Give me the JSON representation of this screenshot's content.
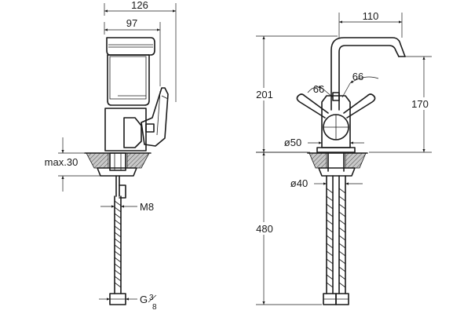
{
  "side_view": {
    "dim_total_width": "126",
    "dim_body_width": "97",
    "dim_max_deck": "max.30",
    "dim_thread": "M8",
    "dim_hose_conn_prefix": "G",
    "dim_hose_conn_num": "3",
    "dim_hose_conn_den": "8"
  },
  "front_view": {
    "dim_spout_reach": "110",
    "dim_total_height": "201",
    "dim_spout_height": "170",
    "dim_angle_left": "66",
    "dim_angle_right": "66",
    "dim_body_dia": "ø50",
    "dim_hole_dia": "ø40",
    "dim_hose_length": "480"
  },
  "colors": {
    "line": "#1a1a1a",
    "background": "#ffffff",
    "hatch_fill": "#9a9a9a"
  }
}
